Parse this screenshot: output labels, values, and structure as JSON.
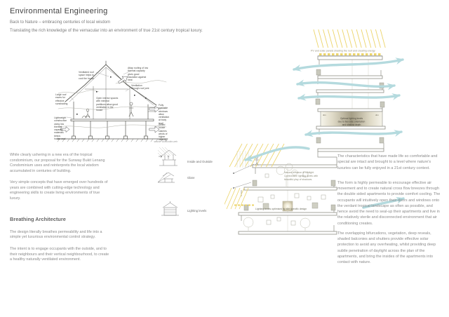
{
  "page": {
    "title": "Environmental Engineering",
    "subtitle1": "Back to Nature – embracing centuries of local wisdom",
    "subtitle2": "Translating the rich knowledge of the vernacular into an environment of true 21st century tropical luxury."
  },
  "left_column": {
    "para1": "While clearly ushering in a new era of the tropical condominium, our proposal for the Sunway Bukit Lenang Condominium uses and reinterprets the local wisdom accumulated in centuries of building.",
    "para2": "Very simple concepts that have emerged over hundreds of years are combined with cutting-edge technology and engineering skills to create living environments of true luxury.",
    "heading": "Breathing Architecture",
    "para3": "The design literally breathes permeability and life into a simple yet luxurious environmental control strategy.",
    "para4": "The intent is to engage occupants with the outside, and to their neighbours and their vertical neighbourhood, to create a healthy naturally ventilated environment."
  },
  "vernacular": {
    "labels": {
      "ventilated": "Ventilated roof space helps to cool the house",
      "attap": "Attap roofing of low thermal capacity gives good insulation against heat",
      "joint": "Ventilation through roof joint",
      "eaves": "Large roof eaves for effective sunshading",
      "interior": "Open interior spaces with minimal partitions allow good ventilation in the house",
      "windows": "Fully operable windows allow ventilation at body level",
      "lightweight": "Lightweight construction using low thermal capacity materials keeps house cool",
      "stilts": "Stilted house catches winds of higher velocity"
    },
    "source": "source: world-wide-web"
  },
  "concept_icons": [
    {
      "label": "Inside and Outside"
    },
    {
      "label": "Glare"
    },
    {
      "label": "Lighting levels"
    }
  ],
  "section_diagram": {
    "solar_caption": "PV and solar panels shading the roof and creating energy",
    "band": {
      "left": "dim",
      "right": "dim",
      "line1": "Optimal lighting levels",
      "line2": "due to two-side orientation",
      "line3": "and shallow depth"
    },
    "natural": {
      "line1": "Natural diffusion of sunlight.",
      "line2": "Comfortable lighting levels with",
      "line3": "beautiful play of shadows."
    },
    "garden_label": "Lighting levels optimised by site specific design"
  },
  "right_column": {
    "para1": "The characteristics that have made life so comfortable and special are intact and brought to a level where nature's luxuries can be fully enjoyed in a 21st century context.",
    "para2": "The form is highly permeable to encourage effective air movement and to create natural cross flow breezes through the double sided apartments to provide comfort cooling. The occupants will intuitively open their doors and windows onto the verdant tropical landscape as often as possible, and hence avoid the need to seal-up their apartments and live in the relatively sterile and disconnected environment that air conditioning creates.",
    "para3": "The overlapping bifurcations, vegetation, deep reveals, shaded balconies and shutters provide effective solar protection to avoid any overheating, whilst providing deep subtle penetration of daylight across the plan of the apartments, and bring the insides of the apartments into contact with nature."
  },
  "colors": {
    "sun_yellow": "#ecd469",
    "breeze_blue": "#b4dade",
    "line_gray": "#8e8e86",
    "text_gray": "#8b8b8b"
  }
}
